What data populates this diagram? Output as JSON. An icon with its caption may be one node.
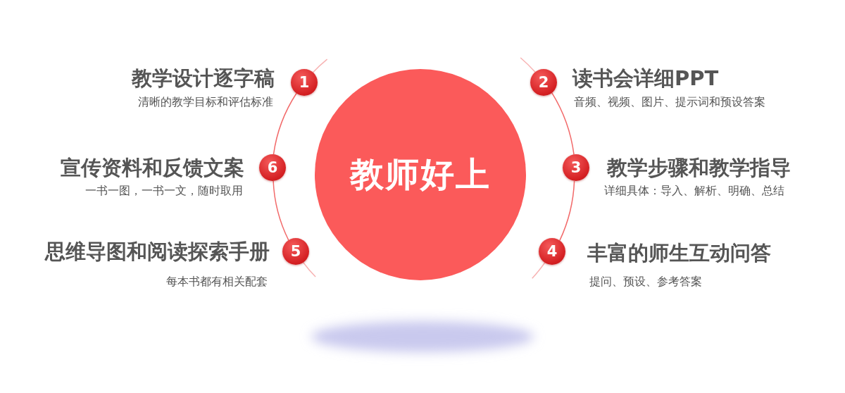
{
  "diagram": {
    "nodes": [
      {
        "text": [
          "教师好上"
        ]
      },
      {
        "text": [
          "1"
        ],
        "beside": [
          "教学设计逐字稿",
          "清晰的教学目标和评估标准"
        ]
      },
      {
        "text": [
          "2"
        ],
        "beside": [
          "读书会详细PPT",
          "音频、视频、图片、提示词和预设答案"
        ]
      },
      {
        "text": [
          "3"
        ],
        "beside": [
          "教学步骤和教学指导",
          "详细具体：导入、解析、明确、总结"
        ]
      },
      {
        "text": [
          "4"
        ],
        "beside": [
          "丰富的师生互动问答",
          "提问、预设、参考答案"
        ]
      },
      {
        "text": [
          "5"
        ],
        "beside": [
          "思维导图和阅读探索手册",
          "每本书都有相关配套"
        ]
      },
      {
        "text": [
          "6"
        ],
        "beside": [
          "宣传资料和反馈文案",
          "一书一图，一书一文，随时取用"
        ]
      }
    ],
    "edges": [
      {
        "from": 1,
        "to": 6,
        "arrow": "none"
      },
      {
        "from": 6,
        "to": 5,
        "arrow": "none"
      },
      {
        "from": 2,
        "to": 3,
        "arrow": "none"
      },
      {
        "from": 3,
        "to": 4,
        "arrow": "none"
      }
    ]
  }
}
